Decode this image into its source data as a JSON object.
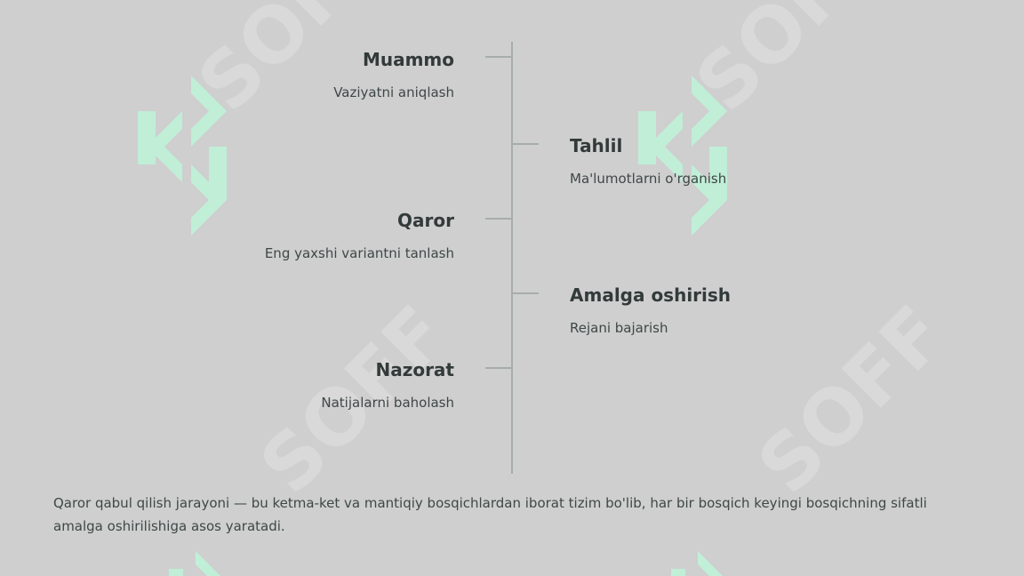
{
  "steps": [
    {
      "title": "Muammo",
      "desc": "Vaziyatni aniqlash"
    },
    {
      "title": "Tahlil",
      "desc": "Ma'lumotlarni o'rganish"
    },
    {
      "title": "Qaror",
      "desc": "Eng yaxshi variantni tanlash"
    },
    {
      "title": "Amalga oshirish",
      "desc": "Rejani bajarish"
    },
    {
      "title": "Nazorat",
      "desc": "Natijalarni baholash"
    }
  ],
  "caption": "Qaror qabul qilish jarayoni — bu ketma-ket va mantiqiy bosqichlardan iborat tizim bo'lib, har bir bosqich keyingi bosqichning sifatli amalga oshirilishiga asos yaratadi.",
  "watermark": {
    "text": "SOFF",
    "color": "#bff2d8"
  },
  "colors": {
    "background": "#cfcfcf",
    "axis": "#a7adab",
    "text": "#333a3a"
  }
}
